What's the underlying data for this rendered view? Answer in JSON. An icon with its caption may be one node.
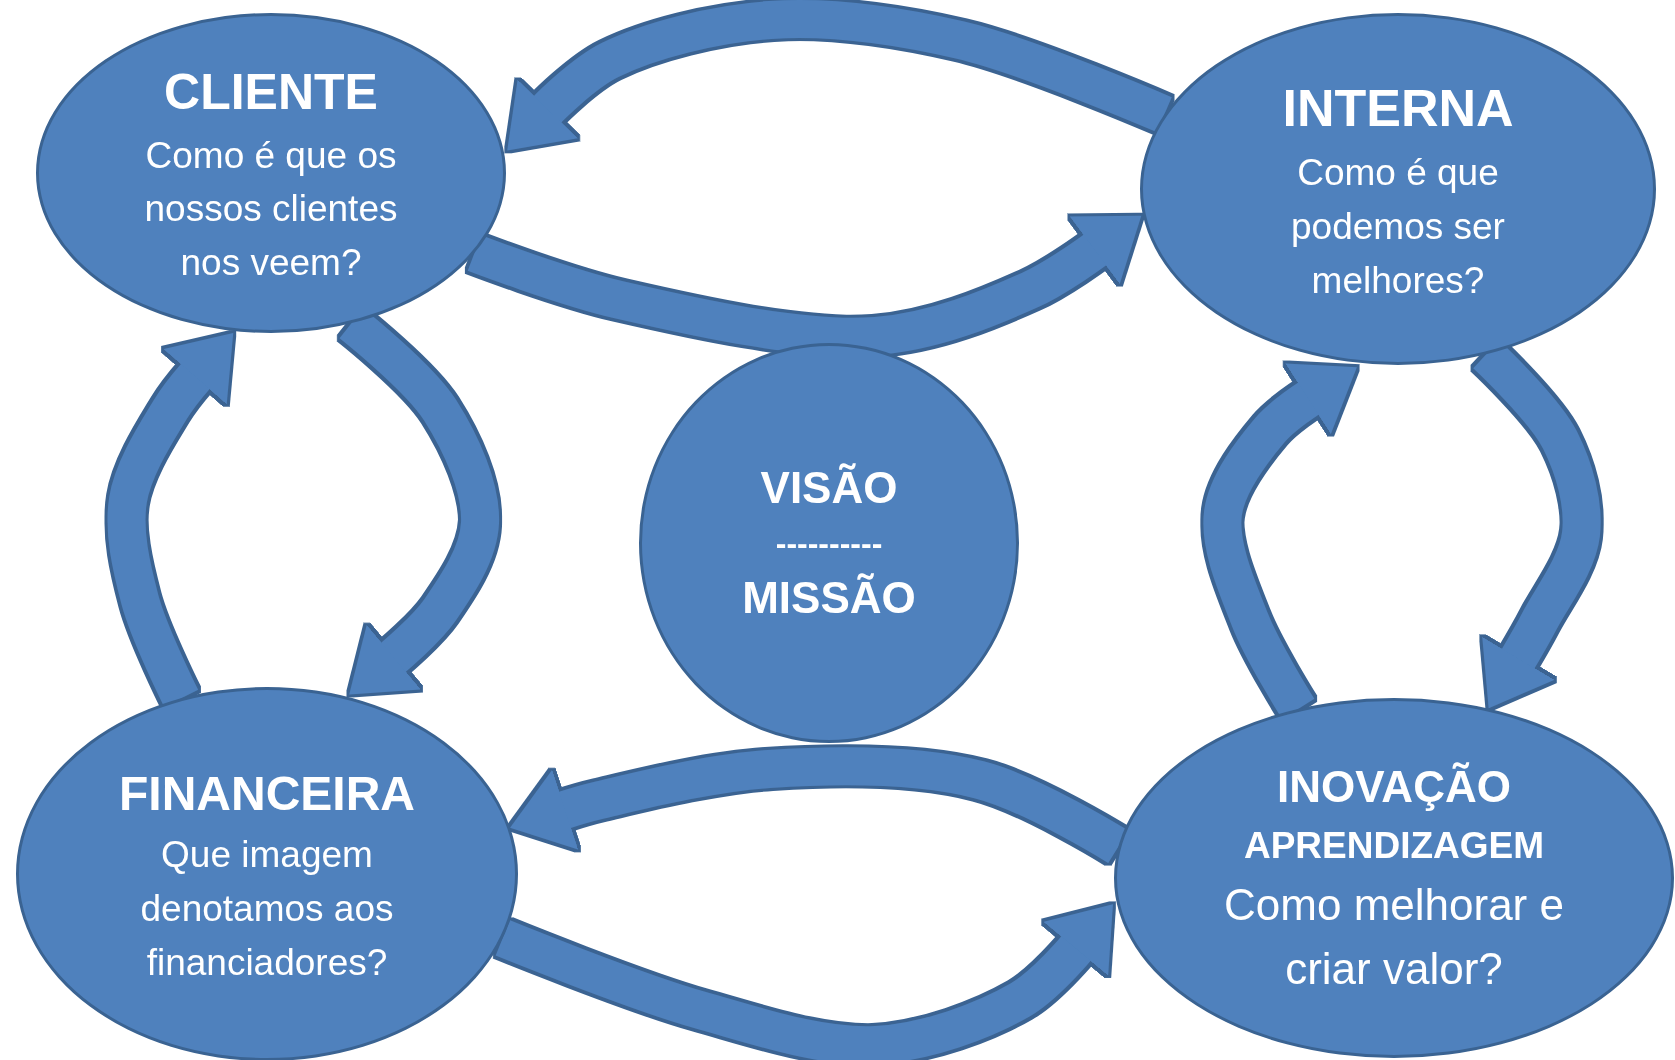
{
  "diagram": {
    "nodes": [
      {
        "text": [
          "CLIENTE",
          "Como é que os nossos clientes nos veem?"
        ]
      },
      {
        "text": [
          "INTERNA",
          "Como é que podemos ser melhores?"
        ]
      },
      {
        "text": [
          "VISÃO",
          "----------",
          "MISSÃO"
        ]
      },
      {
        "text": [
          "FINANCEIRA",
          "Que imagem denotamos aos financiadores?"
        ]
      },
      {
        "text": [
          "INOVAÇÃO",
          "APRENDIZAGEM",
          "Como melhorar e criar valor?"
        ]
      }
    ],
    "edges": [
      {
        "from": 1,
        "to": 0,
        "arrow": "to"
      },
      {
        "from": 0,
        "to": 1,
        "arrow": "to"
      },
      {
        "from": 3,
        "to": 0,
        "arrow": "to"
      },
      {
        "from": 0,
        "to": 3,
        "arrow": "to"
      },
      {
        "from": 4,
        "to": 1,
        "arrow": "to"
      },
      {
        "from": 1,
        "to": 4,
        "arrow": "to"
      },
      {
        "from": 4,
        "to": 3,
        "arrow": "to"
      },
      {
        "from": 3,
        "to": 4,
        "arrow": "to"
      }
    ]
  }
}
